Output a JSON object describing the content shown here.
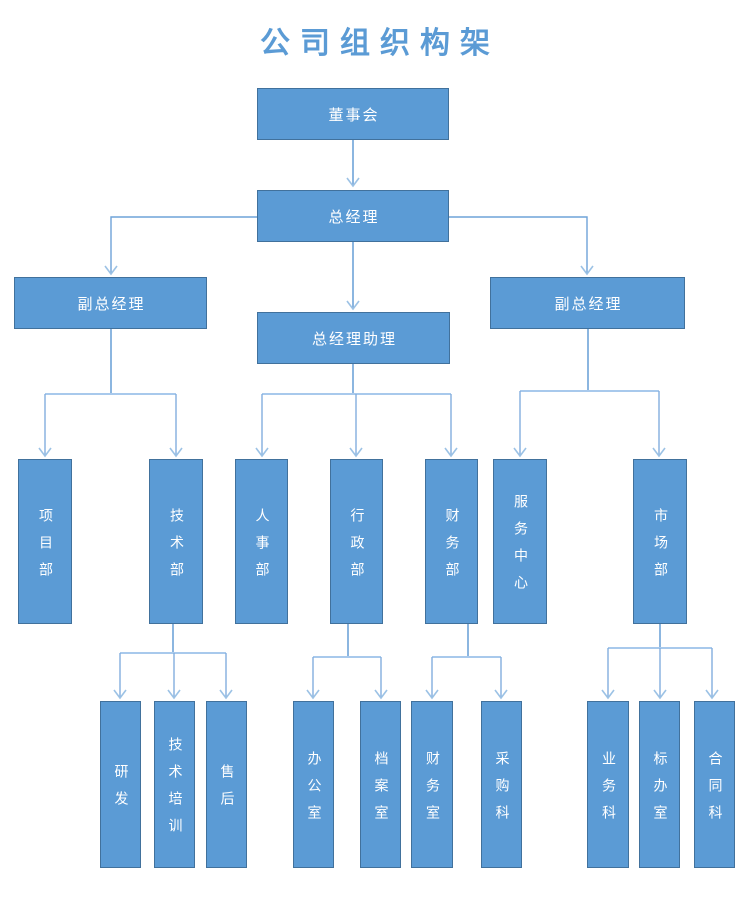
{
  "title": "公司组织构架",
  "colors": {
    "background": "#ffffff",
    "title_text": "#5b9bd5",
    "node_fill": "#5b9bd5",
    "node_border": "#41719c",
    "node_text": "#ffffff",
    "connector_stem": "#6fa3d8",
    "connector_rail": "#a8c9ec",
    "connector_drop": "#82aede",
    "arrowhead": "#9cc2e5"
  },
  "nodes": {
    "board": {
      "label": "董事会"
    },
    "gm": {
      "label": "总经理"
    },
    "dgm_left": {
      "label": "副总经理"
    },
    "gm_assistant": {
      "label": "总经理助理"
    },
    "dgm_right": {
      "label": "副总经理"
    },
    "project_dept": {
      "label": "项目部"
    },
    "tech_dept": {
      "label": "技术部"
    },
    "hr_dept": {
      "label": "人事部"
    },
    "admin_dept": {
      "label": "行政部"
    },
    "finance_dept": {
      "label": "财务部"
    },
    "service_center": {
      "label": "服务中心"
    },
    "market_dept": {
      "label": "市场部"
    },
    "rnd": {
      "label": "研发"
    },
    "tech_training": {
      "label": "技术培训"
    },
    "after_sales": {
      "label": "售后"
    },
    "office": {
      "label": "办公室"
    },
    "archive_room": {
      "label": "档案室"
    },
    "finance_room": {
      "label": "财务室"
    },
    "procurement": {
      "label": "采购科"
    },
    "business_section": {
      "label": "业务科"
    },
    "bid_office": {
      "label": "标办室"
    },
    "contract_section": {
      "label": "合同科"
    }
  },
  "edges": [
    [
      "board",
      "gm"
    ],
    [
      "gm",
      "dgm_left"
    ],
    [
      "gm",
      "gm_assistant"
    ],
    [
      "gm",
      "dgm_right"
    ],
    [
      "dgm_left",
      "project_dept"
    ],
    [
      "dgm_left",
      "tech_dept"
    ],
    [
      "gm_assistant",
      "hr_dept"
    ],
    [
      "gm_assistant",
      "admin_dept"
    ],
    [
      "gm_assistant",
      "finance_dept"
    ],
    [
      "dgm_right",
      "service_center"
    ],
    [
      "dgm_right",
      "market_dept"
    ],
    [
      "tech_dept",
      "rnd"
    ],
    [
      "tech_dept",
      "tech_training"
    ],
    [
      "tech_dept",
      "after_sales"
    ],
    [
      "admin_dept",
      "office"
    ],
    [
      "admin_dept",
      "archive_room"
    ],
    [
      "finance_dept",
      "finance_room"
    ],
    [
      "finance_dept",
      "procurement"
    ],
    [
      "market_dept",
      "business_section"
    ],
    [
      "market_dept",
      "bid_office"
    ],
    [
      "market_dept",
      "contract_section"
    ]
  ]
}
